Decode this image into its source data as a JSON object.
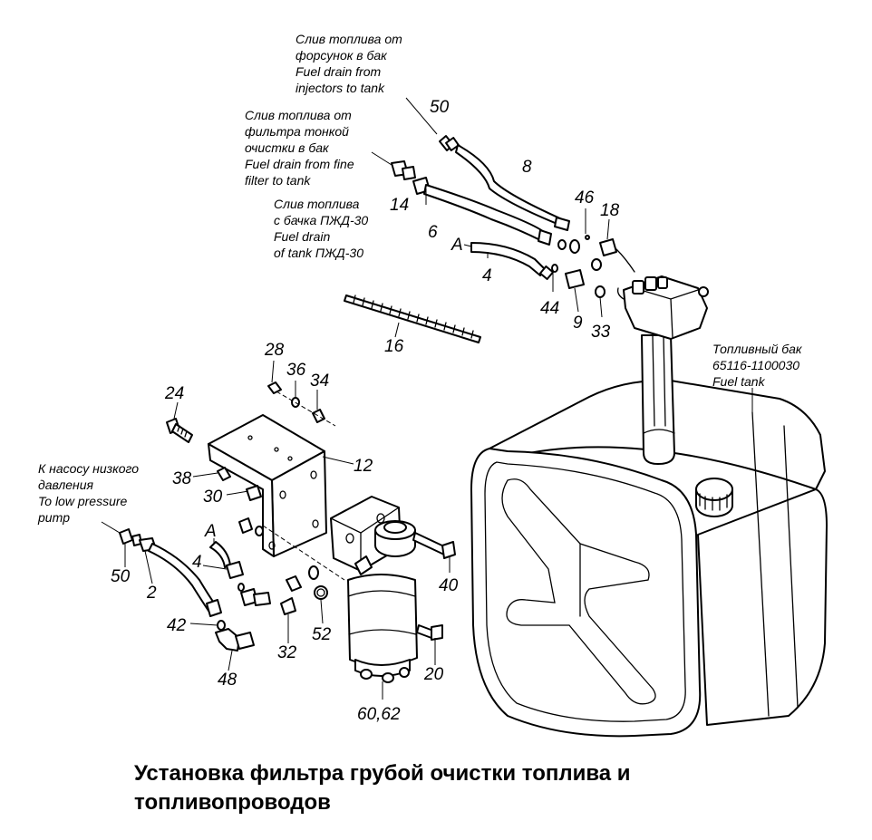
{
  "title": {
    "line1": "Установка фильтра грубой очистки топлива и",
    "line2": "топливопроводов"
  },
  "notes": {
    "injectors": [
      "Слив топлива от",
      "форсунок в бак",
      "Fuel drain from",
      "injectors to tank"
    ],
    "fine_filter": [
      "Слив топлива от",
      "фильтра тонкой",
      "очистки в бак",
      "Fuel drain from fine",
      "filter to tank"
    ],
    "tank_pzhd": [
      "Слив топлива",
      "с бачка ПЖД-30",
      "Fuel drain",
      "of tank ПЖД-30"
    ],
    "fuel_tank": [
      "Топливный бак",
      "65116-1100030",
      "Fuel tank"
    ],
    "pump": [
      "К насосу низкого",
      "давления",
      "To low pressure",
      "pump"
    ]
  },
  "labels": {
    "p50a": "50",
    "p8": "8",
    "p46": "46",
    "p18": "18",
    "p14": "14",
    "p6": "6",
    "pA1": "A",
    "p4a": "4",
    "p44": "44",
    "p9": "9",
    "p33": "33",
    "p16": "16",
    "p28": "28",
    "p36": "36",
    "p34": "34",
    "p24": "24",
    "p12": "12",
    "p38": "38",
    "p30": "30",
    "pA2": "A",
    "p4b": "4",
    "p50b": "50",
    "p2": "2",
    "p40": "40",
    "p42": "42",
    "p32": "32",
    "p52": "52",
    "p48": "48",
    "p20": "20",
    "p6062": "60,62"
  }
}
